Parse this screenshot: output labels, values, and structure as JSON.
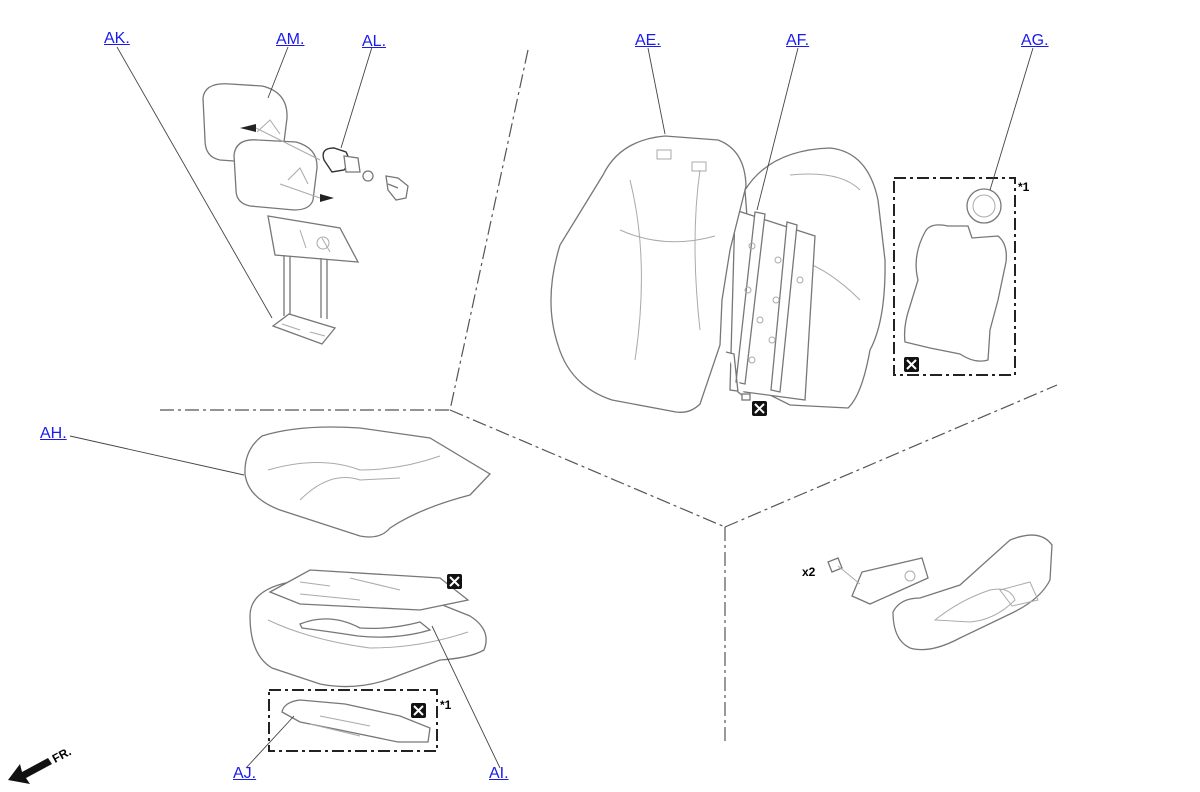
{
  "callouts": {
    "ak": "AK.",
    "am": "AM.",
    "al": "AL.",
    "ae": "AE.",
    "af": "AF.",
    "ag": "AG.",
    "ah": "AH.",
    "aj": "AJ.",
    "ai": "AI."
  },
  "notes": {
    "note_upper": "*1",
    "note_lower": "*1",
    "quantity": "x2",
    "front_direction": "FR."
  },
  "icons": {
    "non_reusable": "non-reusable-part-icon",
    "front_arrow": "front-direction-arrow-icon"
  }
}
